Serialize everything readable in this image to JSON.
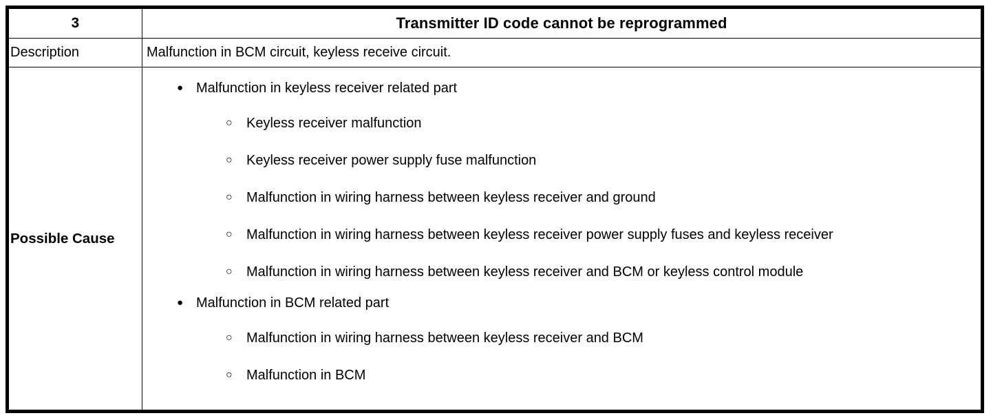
{
  "table": {
    "id_number": "3",
    "title": "Transmitter ID code cannot be reprogrammed",
    "rows": {
      "description": {
        "label": "Description",
        "value": "Malfunction in BCM circuit, keyless receive circuit."
      },
      "possible_cause": {
        "label": "Possible Cause",
        "items": [
          {
            "level": 1,
            "marker": "filled-bullet",
            "text": "Malfunction in keyless receiver related part"
          },
          {
            "level": 2,
            "marker": "hollow-bullet",
            "text": "Keyless receiver malfunction"
          },
          {
            "level": 2,
            "marker": "hollow-bullet",
            "text": "Keyless receiver power supply fuse malfunction"
          },
          {
            "level": 2,
            "marker": "hollow-bullet",
            "text": "Malfunction in wiring harness between keyless receiver and ground"
          },
          {
            "level": 2,
            "marker": "hollow-bullet",
            "text": "Malfunction in wiring harness between keyless receiver power supply fuses and keyless receiver"
          },
          {
            "level": 2,
            "marker": "hollow-bullet",
            "text": "Malfunction in wiring harness between keyless receiver and BCM or keyless control module"
          },
          {
            "level": 1,
            "marker": "filled-bullet",
            "text": "Malfunction in BCM related part"
          },
          {
            "level": 2,
            "marker": "hollow-bullet",
            "text": "Malfunction in wiring harness between keyless receiver and BCM"
          },
          {
            "level": 2,
            "marker": "hollow-bullet",
            "text": "Malfunction in BCM"
          }
        ]
      }
    }
  },
  "glyphs": {
    "filled_bullet": "●",
    "hollow_bullet": "○"
  },
  "colors": {
    "border": "#000000",
    "text": "#000000",
    "background": "#ffffff"
  }
}
